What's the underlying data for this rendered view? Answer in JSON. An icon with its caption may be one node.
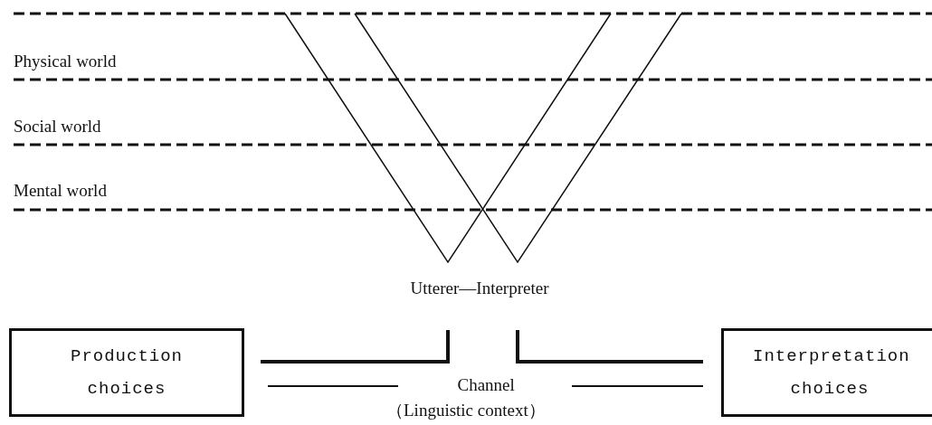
{
  "diagram": {
    "nodes": [
      {
        "text": [
          "Production choices"
        ]
      },
      {
        "text": [
          "Interpretation choices"
        ]
      }
    ],
    "labels": [
      "Physical world",
      "Social world",
      "Mental world",
      "Utterer—Interpreter",
      "Channel",
      "（Linguistic context）"
    ]
  }
}
